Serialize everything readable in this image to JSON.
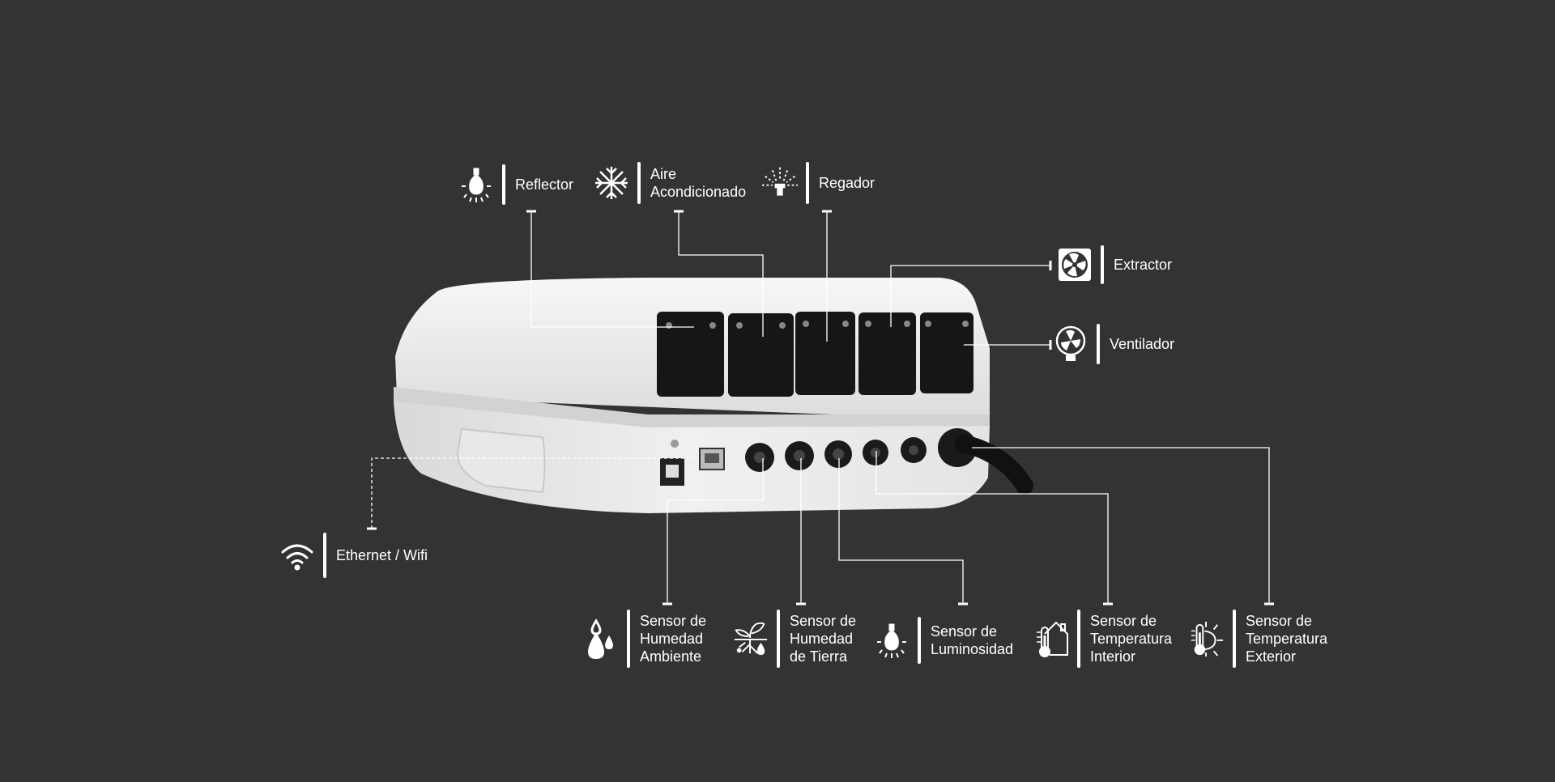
{
  "colors": {
    "background": "#333333",
    "foreground": "#ffffff",
    "device": "#eeeeee",
    "outlet": "#1a1a1a"
  },
  "outputs": [
    {
      "id": "reflector",
      "icon": "bulb-icon",
      "lines": [
        "Reflector"
      ]
    },
    {
      "id": "aire",
      "icon": "snowflake-icon",
      "lines": [
        "Aire",
        "Acondicionado"
      ]
    },
    {
      "id": "regador",
      "icon": "sprinkler-icon",
      "lines": [
        "Regador"
      ]
    },
    {
      "id": "extractor",
      "icon": "extractor-fan-icon",
      "lines": [
        "Extractor"
      ]
    },
    {
      "id": "ventilador",
      "icon": "fan-icon",
      "lines": [
        "Ventilador"
      ]
    }
  ],
  "network": {
    "icon": "wifi-icon",
    "lines": [
      "Ethernet / Wifi"
    ]
  },
  "sensors": [
    {
      "id": "humedad-ambiente",
      "icon": "water-drops-icon",
      "lines": [
        "Sensor de",
        "Humedad",
        "Ambiente"
      ]
    },
    {
      "id": "humedad-tierra",
      "icon": "plant-roots-icon",
      "lines": [
        "Sensor de",
        "Humedad",
        "de Tierra"
      ]
    },
    {
      "id": "luminosidad",
      "icon": "bulb-icon",
      "lines": [
        "Sensor de",
        "Luminosidad"
      ]
    },
    {
      "id": "temp-interior",
      "icon": "house-thermometer-icon",
      "lines": [
        "Sensor de",
        "Temperatura",
        "Interior"
      ]
    },
    {
      "id": "temp-exterior",
      "icon": "sun-thermometer-icon",
      "lines": [
        "Sensor de",
        "Temperatura",
        "Exterior"
      ]
    }
  ]
}
